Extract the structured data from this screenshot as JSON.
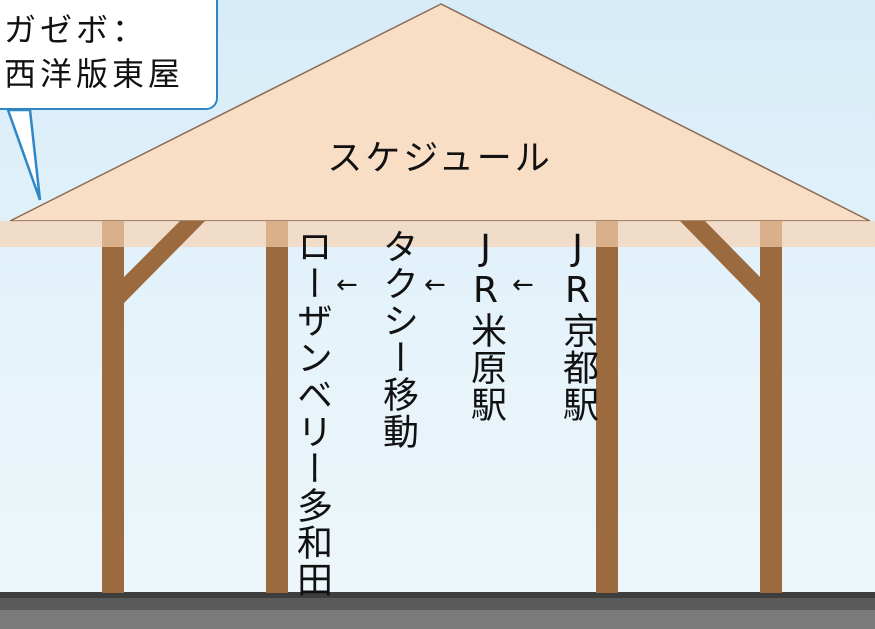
{
  "callout": {
    "line1": "ガゼボ：",
    "line2": "西洋版東屋"
  },
  "roof": {
    "title": "スケジュール"
  },
  "route": {
    "steps": [
      "JR京都駅",
      "JR米原駅",
      "タクシー移動",
      "ローザンベリー多和田"
    ],
    "arrow": "←"
  },
  "colors": {
    "roof": "#f9dec6",
    "beam": "#efcfb0",
    "post": "#9b6a3f",
    "post_dark": "#7d532f",
    "cap": "#d9b08a",
    "ground": "#555555",
    "callout_border": "#2f86c7"
  }
}
